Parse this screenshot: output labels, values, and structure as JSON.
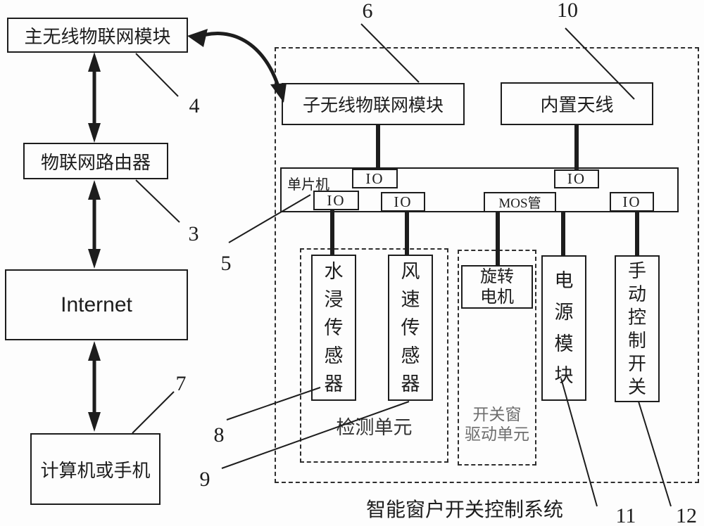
{
  "colors": {
    "line": "#1d1d1d",
    "muted_text": "#6e6e6e",
    "background": "#fdfdfd"
  },
  "title": {
    "system_label": "智能窗户开关控制系统"
  },
  "nodes": {
    "main_module": "主无线物联网模块",
    "router": "物联网路由器",
    "internet": "Internet",
    "computer": "计算机或手机",
    "sub_module": "子无线物联网模块",
    "antenna": "内置天线",
    "mcu": "单片机",
    "io": "IO",
    "mos": "MOS管",
    "water_sensor": "水浸传感器",
    "wind_sensor": "风速传感器",
    "motor": "旋转电机",
    "power": "电源模块",
    "manual_switch": "手动控制开关"
  },
  "groups": {
    "detection_unit": "检测单元",
    "drive_unit_line1": "开关窗",
    "drive_unit_line2": "驱动单元"
  },
  "ref_numbers": {
    "n3": "3",
    "n4": "4",
    "n5": "5",
    "n6": "6",
    "n7": "7",
    "n8": "8",
    "n9": "9",
    "n10": "10",
    "n11": "11",
    "n12": "12"
  }
}
